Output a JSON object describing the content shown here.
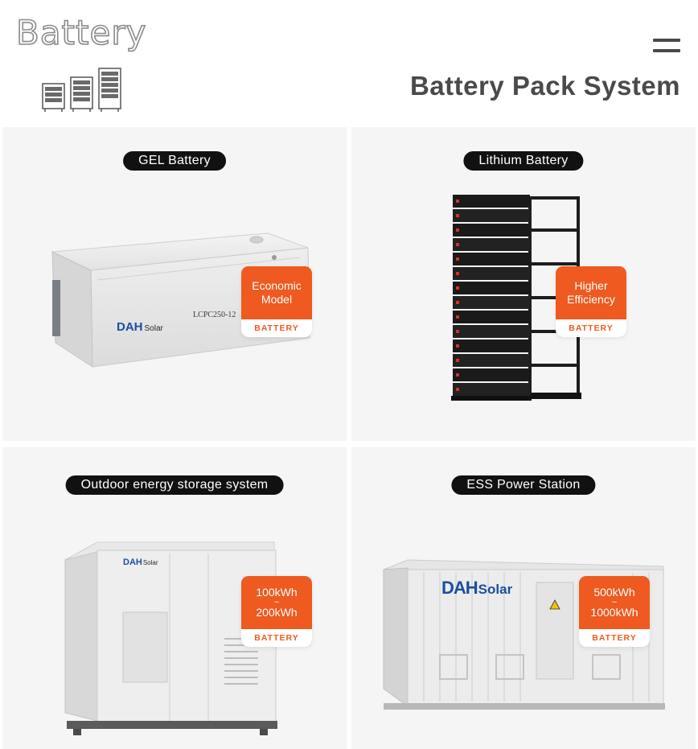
{
  "header": {
    "outline_title": "Battery",
    "page_title": "Battery Pack System",
    "menu_icon": "hamburger-menu-icon",
    "logo_icon": "battery-stack-icon"
  },
  "cards": [
    {
      "label": "GEL Battery",
      "badge_line1": "Economic",
      "badge_line2": "Model",
      "badge_footer": "BATTERY",
      "product_brand": "DAH",
      "product_brand_suffix": "Solar",
      "product_model": "LCPC250-12"
    },
    {
      "label": "Lithium Battery",
      "badge_line1": "Higher",
      "badge_line2": "Efficiency",
      "badge_footer": "BATTERY"
    },
    {
      "label": "Outdoor energy storage system",
      "badge_line1": "100kWh",
      "badge_sep": "~",
      "badge_line2": "200kWh",
      "badge_footer": "BATTERY",
      "product_brand": "DAH",
      "product_brand_suffix": "Solar"
    },
    {
      "label": "ESS Power Station",
      "badge_line1": "500kWh",
      "badge_sep": "~",
      "badge_line2": "1000kWh",
      "badge_footer": "BATTERY",
      "product_brand": "DAH",
      "product_brand_suffix": "Solar"
    }
  ],
  "colors": {
    "accent": "#ee5a1f",
    "card_bg": "#f5f5f5",
    "pill_bg": "#111111",
    "title_text": "#4a4a4a"
  }
}
